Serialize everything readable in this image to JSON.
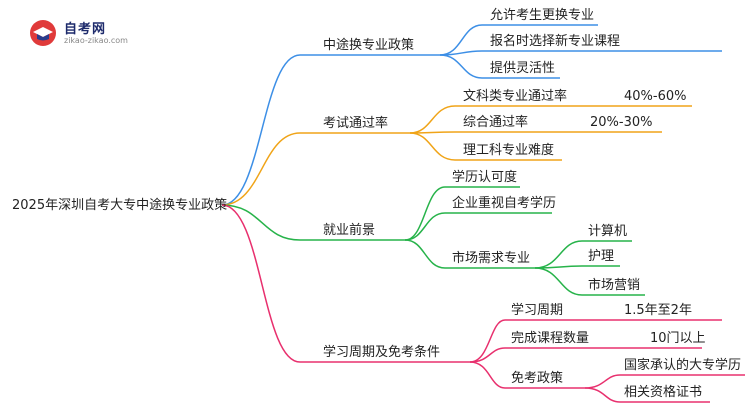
{
  "logo": {
    "title": "自考网",
    "url": "zikao-zikao.com"
  },
  "root": "2025年深圳自考大专中途换专业政策",
  "branches": [
    {
      "label": "中途换专业政策",
      "color": "#3d8fe6",
      "children": [
        {
          "label": "允许考生更换专业"
        },
        {
          "label": "报名时选择新专业课程"
        },
        {
          "label": "提供灵活性"
        }
      ]
    },
    {
      "label": "考试通过率",
      "color": "#f0a418",
      "children": [
        {
          "label": "文科类专业通过率",
          "value": "40%-60%"
        },
        {
          "label": "综合通过率",
          "value": "20%-30%"
        },
        {
          "label": "理工科专业难度"
        }
      ]
    },
    {
      "label": "就业前景",
      "color": "#27b34a",
      "children": [
        {
          "label": "学历认可度"
        },
        {
          "label": "企业重视自考学历"
        },
        {
          "label": "市场需求专业",
          "children": [
            "计算机",
            "护理",
            "市场营销"
          ]
        }
      ]
    },
    {
      "label": "学习周期及免考条件",
      "color": "#e8306e",
      "children": [
        {
          "label": "学习周期",
          "value": "1.5年至2年"
        },
        {
          "label": "完成课程数量",
          "value": "10门以上"
        },
        {
          "label": "免考政策",
          "children": [
            "国家承认的大专学历",
            "相关资格证书"
          ]
        }
      ]
    }
  ]
}
